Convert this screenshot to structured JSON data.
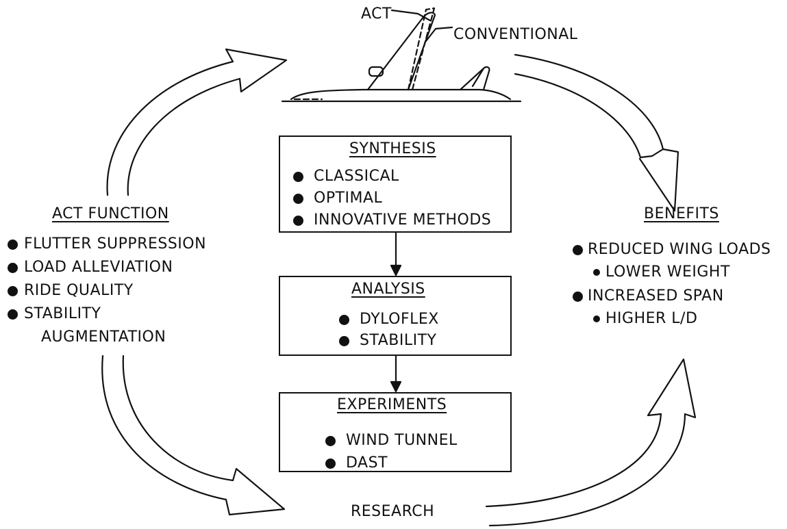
{
  "airplane": {
    "act_label": "ACT",
    "conventional_label": "CONVENTIONAL"
  },
  "synthesis": {
    "title": "SYNTHESIS",
    "items": [
      "CLASSICAL",
      "OPTIMAL",
      "INNOVATIVE METHODS"
    ]
  },
  "analysis": {
    "title": "ANALYSIS",
    "items": [
      "DYLOFLEX",
      "STABILITY"
    ]
  },
  "experiments": {
    "title": "EXPERIMENTS",
    "items": [
      "WIND TUNNEL",
      "DAST"
    ]
  },
  "act_function": {
    "title": "ACT FUNCTION",
    "items": [
      "FLUTTER SUPPRESSION",
      "LOAD ALLEVIATION",
      "RIDE QUALITY",
      "STABILITY"
    ],
    "continuation": "AUGMENTATION"
  },
  "benefits": {
    "title": "BENEFITS",
    "items": [
      "REDUCED WING LOADS",
      "LOWER WEIGHT",
      "INCREASED SPAN",
      "HIGHER L/D"
    ]
  },
  "research_label": "RESEARCH",
  "colors": {
    "ink": "#111111",
    "background": "#ffffff"
  }
}
